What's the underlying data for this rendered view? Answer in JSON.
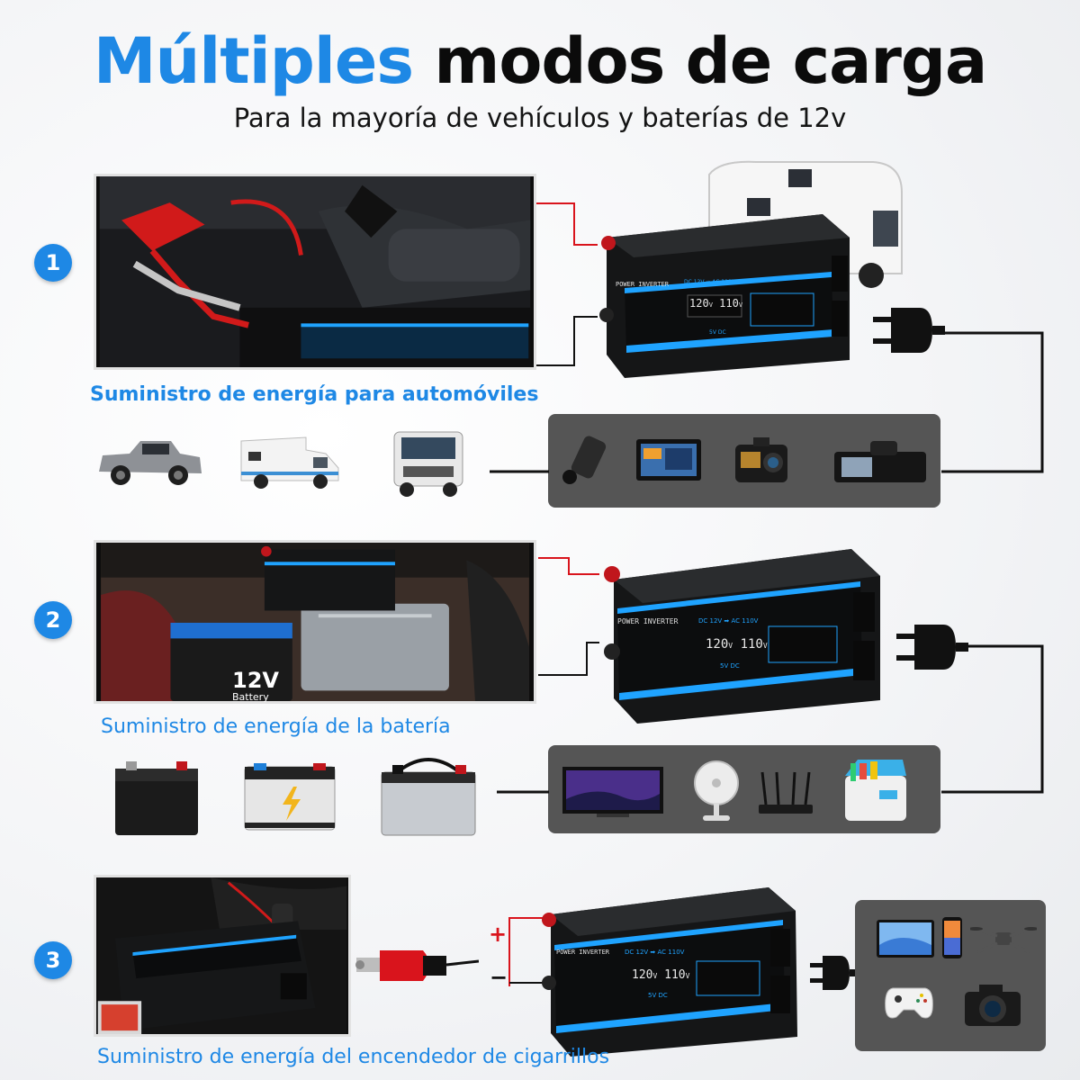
{
  "header": {
    "title_part1": "Múltiples",
    "title_part2": "modos de carga",
    "subtitle": "Para la mayoría de vehículos y baterías de 12v"
  },
  "colors": {
    "accent": "#1e88e5",
    "panel": "#555555",
    "wire_red": "#d9141c",
    "wire_black": "#111111"
  },
  "sections": [
    {
      "number": "1",
      "caption": "Suministro de energía para automóviles",
      "sources": [
        "pickup-truck-icon",
        "motorhome-icon",
        "semi-truck-icon"
      ],
      "devices": [
        "thermos-heater-icon",
        "car-stereo-screen-icon",
        "dash-camera-icon",
        "mirror-dashcam-icon"
      ]
    },
    {
      "number": "2",
      "caption": "Suministro de energía de la batería",
      "sources": [
        "car-battery-icon",
        "agm-battery-icon",
        "deep-cycle-battery-icon"
      ],
      "devices": [
        "television-icon",
        "desk-fan-icon",
        "wifi-router-icon",
        "car-fridge-icon"
      ]
    },
    {
      "number": "3",
      "caption": "Suministro de energía del encendedor de cigarrillos",
      "devices": [
        "tablet-icon",
        "smartphone-icon",
        "drone-icon",
        "game-controller-icon",
        "camera-icon"
      ]
    }
  ],
  "inverter": {
    "brand": "POWER INVERTER",
    "spec": "DC 12V ➡ AC 110V",
    "display_in": "120",
    "display_in_unit": "V",
    "display_out": "110",
    "display_out_unit": "V",
    "usb": "5V DC"
  },
  "photo2": {
    "battery_label": "12V",
    "battery_sub": "Battery"
  },
  "signs": {
    "plus": "+",
    "minus": "−"
  }
}
